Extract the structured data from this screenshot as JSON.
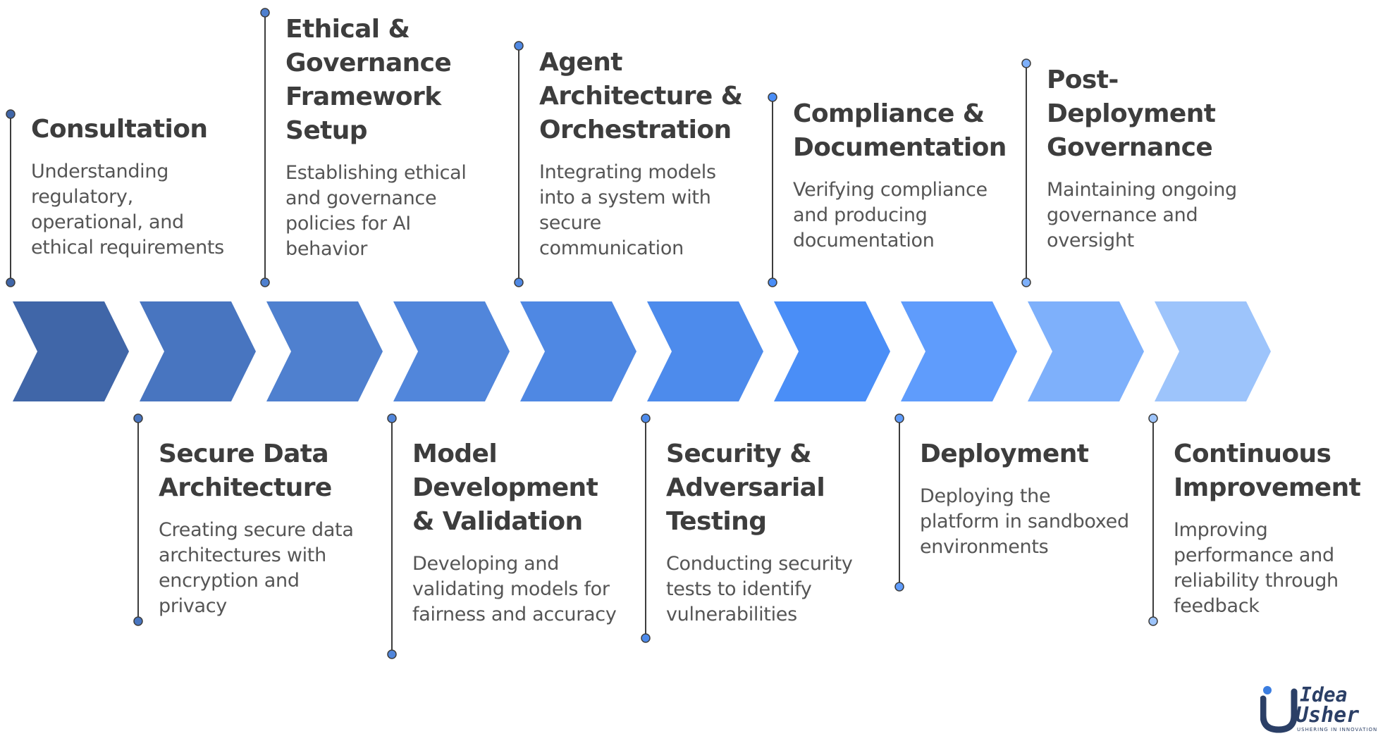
{
  "steps": [
    {
      "title": "Consultation",
      "desc": "Understanding regulatory, operational, and ethical requirements",
      "color": "#4066a8"
    },
    {
      "title": "Secure Data Architecture",
      "desc": "Creating secure data architectures with encryption and privacy",
      "color": "#4875c0"
    },
    {
      "title": "Ethical & Governance Framework Setup",
      "desc": "Establishing ethical and governance policies for AI behavior",
      "color": "#4f80cf"
    },
    {
      "title": "Model Development & Validation",
      "desc": "Developing and validating models for fairness and accuracy",
      "color": "#5186db"
    },
    {
      "title": "Agent Architecture & Orchestration",
      "desc": "Integrating models into a system with secure communication",
      "color": "#4f88e3"
    },
    {
      "title": "Security & Adversarial Testing",
      "desc": "Conducting security tests to identify vulnerabilities",
      "color": "#4d8bec"
    },
    {
      "title": "Compliance & Documentation",
      "desc": "Verifying compliance and producing documentation",
      "color": "#4a8ef7"
    },
    {
      "title": "Deployment",
      "desc": "Deploying the platform in sandboxed environments",
      "color": "#5f9cfc"
    },
    {
      "title": "Post-Deployment Governance",
      "desc": "Maintaining ongoing governance and oversight",
      "color": "#7eb0fb"
    },
    {
      "title": "Continuous Improvement",
      "desc": "Improving performance and reliability through feedback",
      "color": "#9dc4fb"
    }
  ],
  "logo": {
    "word_top": "Idea",
    "word_bottom": "Usher",
    "tagline": "USHERING IN INNOVATION",
    "color": "#2b3f66",
    "accent": "#3b7de0"
  }
}
